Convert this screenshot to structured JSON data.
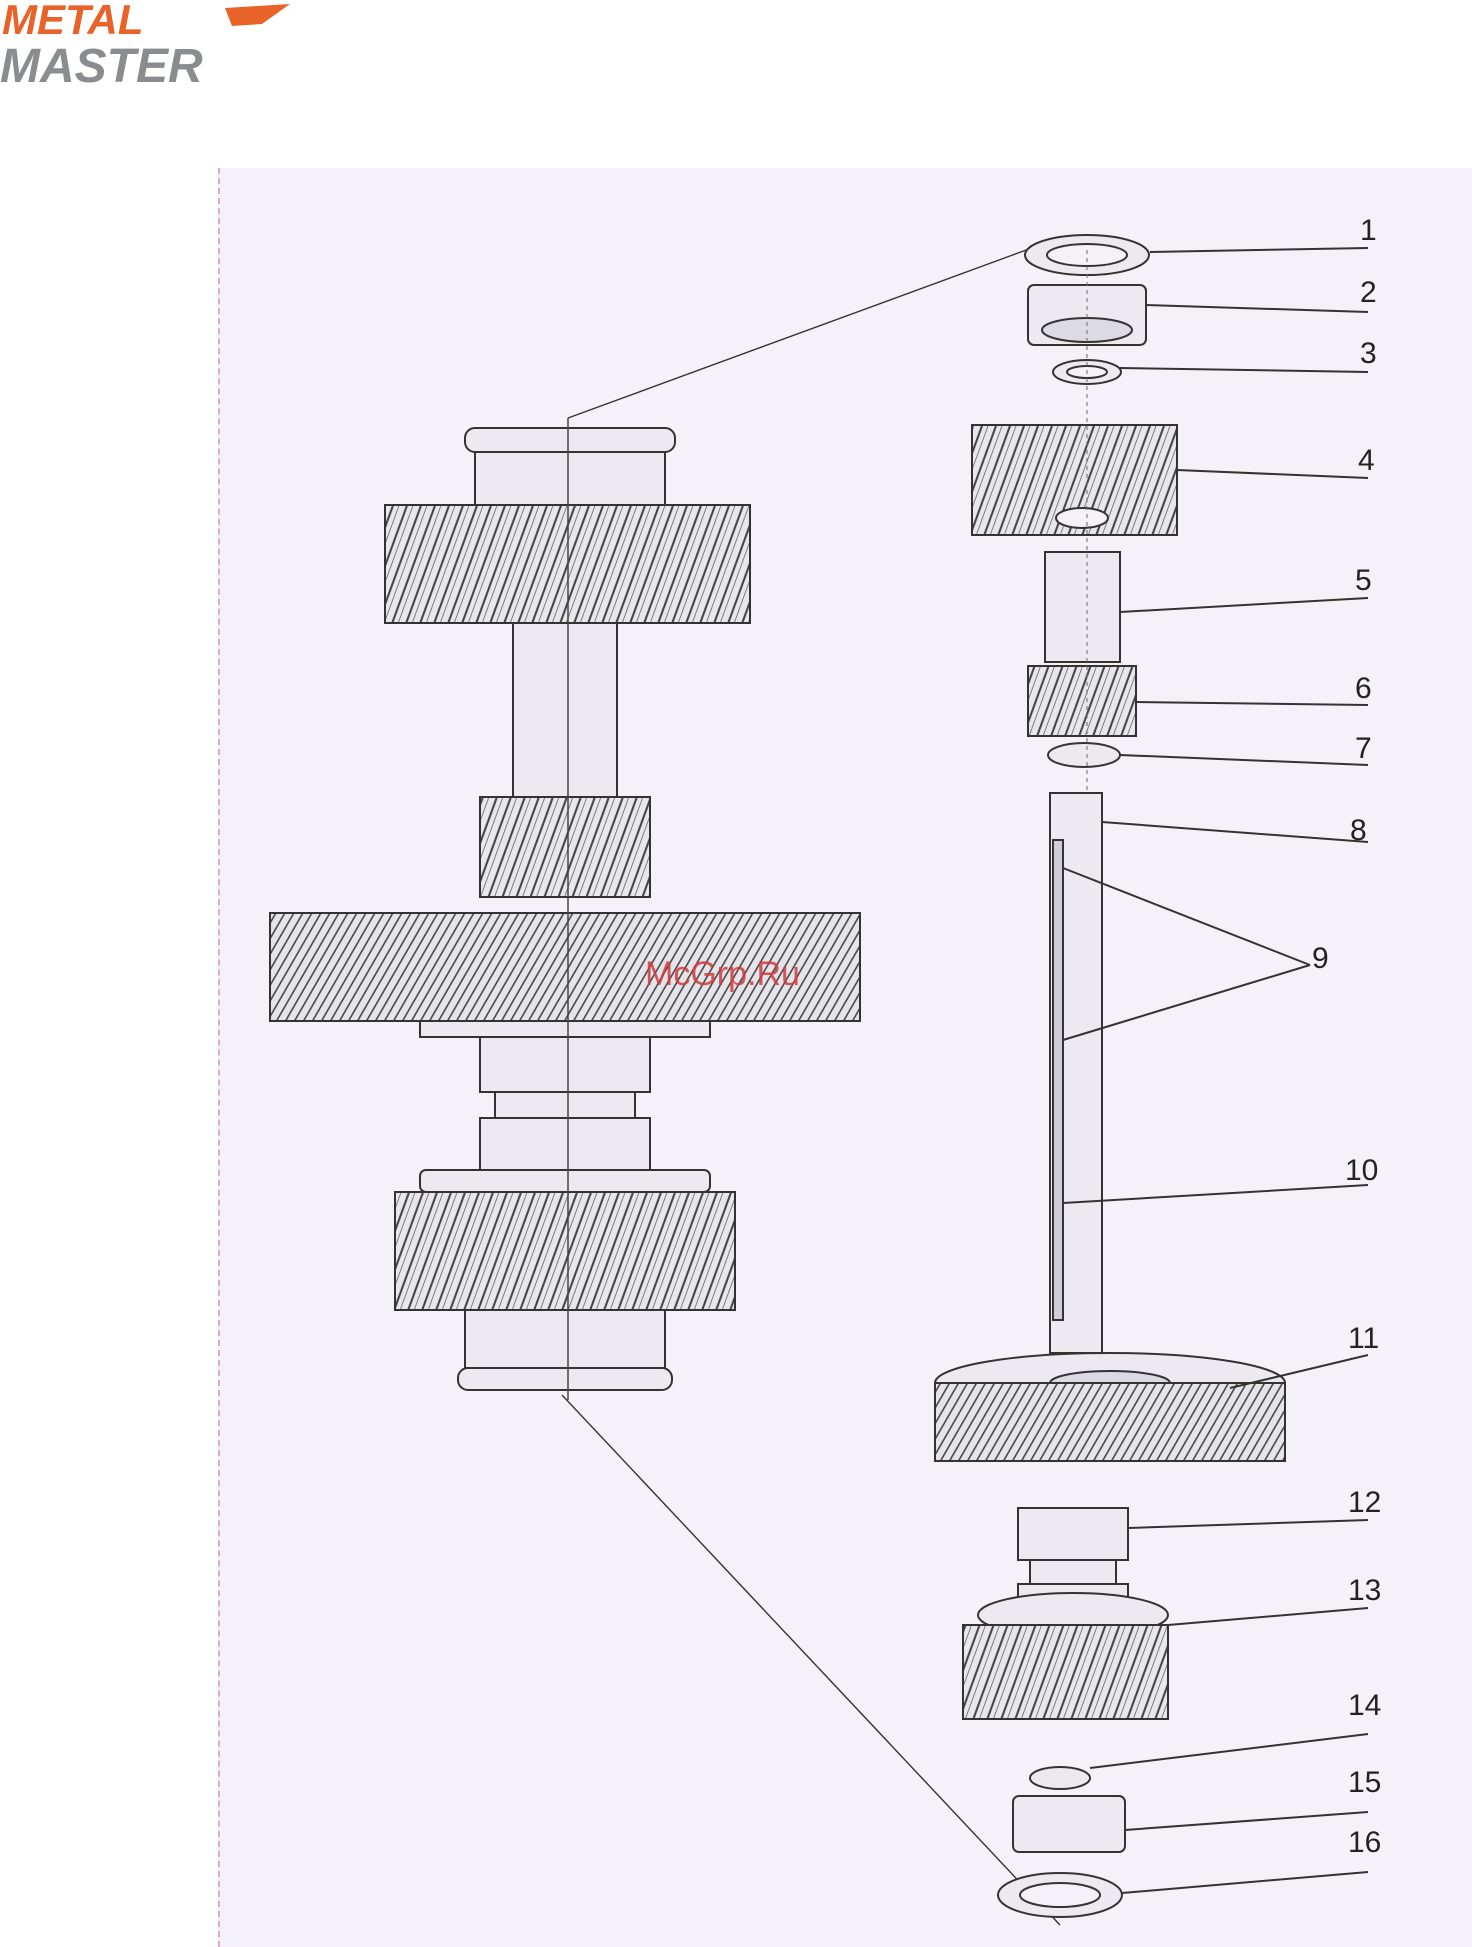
{
  "logo": {
    "line1": "METAL",
    "line2": "MASTER",
    "accent": "#e8622a",
    "gray": "#8a8c90"
  },
  "watermark": "McGrp.Ru",
  "callouts": [
    "1",
    "2",
    "3",
    "4",
    "5",
    "6",
    "7",
    "8",
    "9",
    "10",
    "11",
    "12",
    "13",
    "14",
    "15",
    "16"
  ],
  "colors": {
    "paper": "#f4f2f8",
    "ink": "#333333",
    "edge": "#e6a9c4"
  }
}
